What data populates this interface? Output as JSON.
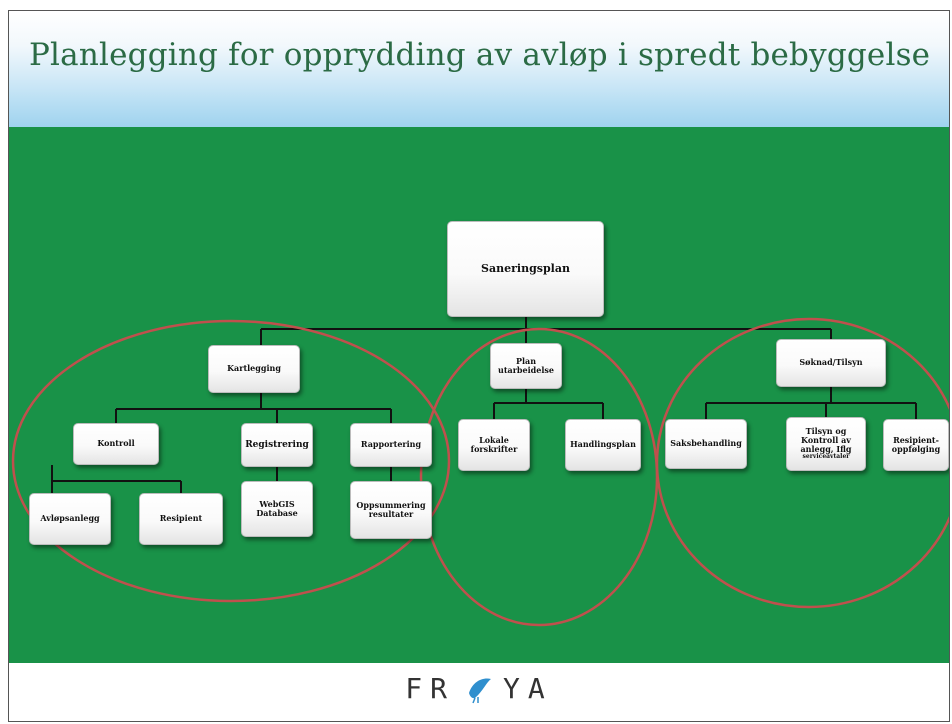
{
  "slide": {
    "title": "Planlegging for opprydding av avløp i spredt bebyggelse"
  },
  "diagram": {
    "root": "Saneringsplan",
    "kartlegging": "Kartlegging",
    "kontroll": "Kontroll",
    "registrering": "Registrering",
    "rapportering": "Rapportering",
    "avlopsanlegg": "Avløpsanlegg",
    "resipient": "Resipient",
    "webgis_line1": "WebGIS",
    "webgis_line2": "Database",
    "oppsummering_line1": "Oppsummering",
    "oppsummering_line2": "resultater",
    "plan_line1": "Plan",
    "plan_line2": "utarbeidelse",
    "lokale_line1": "Lokale",
    "lokale_line2": "forskrifter",
    "handlingsplan": "Handlingsplan",
    "soknad": "Søknad/Tilsyn",
    "saksbehandling": "Saksbehandling",
    "tilsyn_line1": "Tilsyn og",
    "tilsyn_line2": "Kontroll av",
    "tilsyn_line3": "anlegg, Iflg",
    "tilsyn_line4": "serviceavtaler",
    "resipient_line1": "Resipient-",
    "resipient_line2": "oppfølging"
  },
  "logo": {
    "left": "FR",
    "right": "YA"
  },
  "colors": {
    "background_green": "#199248",
    "ellipse": "#c0504d",
    "title": "#2b6b45"
  }
}
